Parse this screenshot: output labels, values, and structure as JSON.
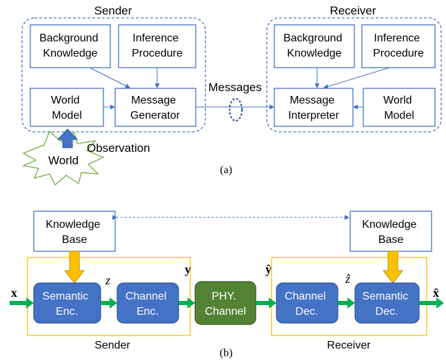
{
  "diagram_a": {
    "sender_title": "Sender",
    "receiver_title": "Receiver",
    "sender": {
      "background_knowledge": [
        "Background",
        "Knowledge"
      ],
      "inference_procedure": [
        "Inference",
        "Procedure"
      ],
      "world_model": [
        "World",
        "Model"
      ],
      "message_generator": [
        "Message",
        "Generator"
      ]
    },
    "receiver": {
      "background_knowledge": [
        "Background",
        "Knowledge"
      ],
      "inference_procedure": [
        "Inference",
        "Procedure"
      ],
      "message_interpreter": [
        "Message",
        "Interpreter"
      ],
      "world_model": [
        "World",
        "Model"
      ]
    },
    "messages_label": "Messages",
    "observation_label": "Observation",
    "world_label": "World",
    "caption": "(a)"
  },
  "diagram_b": {
    "kb_left": [
      "Knowledge",
      "Base"
    ],
    "kb_right": [
      "Knowledge",
      "Base"
    ],
    "semantic_enc": [
      "Semantic",
      "Enc."
    ],
    "channel_enc": [
      "Channel",
      "Enc."
    ],
    "phy_channel": [
      "PHY.",
      "Channel"
    ],
    "channel_dec": [
      "Channel",
      "Dec."
    ],
    "semantic_dec": [
      "Semantic",
      "Dec."
    ],
    "x_label": "x",
    "z_label": "z",
    "y_label": "y",
    "yhat_label": "ŷ",
    "zhat_label": "ẑ",
    "xhat_label": "x̂",
    "sender_label": "Sender",
    "receiver_label": "Receiver",
    "caption": "(b)"
  },
  "colors": {
    "box_border": "#4472c4",
    "block_fill": "#4472c4",
    "phy_fill": "#548235",
    "green_arrow": "#00b050",
    "yellow_arrow": "#ffc000",
    "yellow_border": "#ffc000",
    "blue_arrow": "#4472c4",
    "burst_stroke": "#70ad47"
  }
}
